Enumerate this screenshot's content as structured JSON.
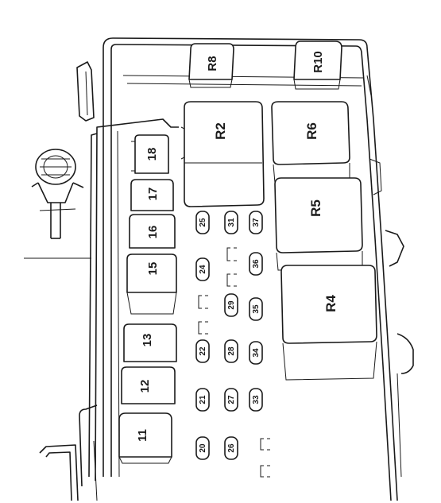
{
  "diagram": {
    "relay_labels": {
      "R2": "R2",
      "R4": "R4",
      "R5": "R5",
      "R6": "R6",
      "R8": "R8",
      "R10": "R10"
    },
    "large_fuse_labels": {
      "f11": "11",
      "f12": "12",
      "f13": "13",
      "f15": "15",
      "f16": "16",
      "f17": "17",
      "f18": "18"
    },
    "mini_fuse_labels": {
      "m20": "20",
      "m21": "21",
      "m22": "22",
      "m24": "24",
      "m25": "25",
      "m26": "26",
      "m27": "27",
      "m28": "28",
      "m29": "29",
      "m31": "31",
      "m33": "33",
      "m34": "34",
      "m35": "35",
      "m36": "36",
      "m37": "37"
    }
  }
}
